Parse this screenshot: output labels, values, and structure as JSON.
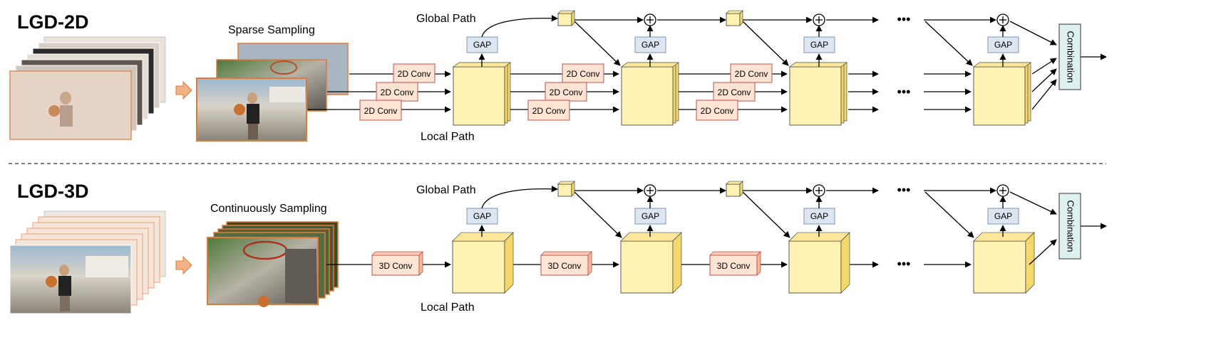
{
  "top": {
    "title": "LGD-2D",
    "sampling_label": "Sparse Sampling",
    "global_path_label": "Global Path",
    "local_path_label": "Local Path",
    "conv_label": "2D Conv",
    "gap_label": "GAP",
    "ellipsis": "•••",
    "combination_label": "Combination"
  },
  "bottom": {
    "title": "LGD-3D",
    "sampling_label": "Continuously Sampling",
    "global_path_label": "Global Path",
    "local_path_label": "Local Path",
    "conv_label": "3D Conv",
    "gap_label": "GAP",
    "ellipsis": "•••",
    "combination_label": "Combination"
  },
  "colors": {
    "cube_face": "#fff2b3",
    "cube_side": "#f5d86a",
    "cube_top": "#fbe79a",
    "conv_fill": "#fde4d3",
    "conv_border": "#c0504d",
    "gap_fill": "#dce6f1",
    "gap_border": "#7f95b5",
    "combination_fill": "#dff0f0",
    "frame_border": "#e07a3a",
    "sampling_arrow": "#f4b183"
  }
}
